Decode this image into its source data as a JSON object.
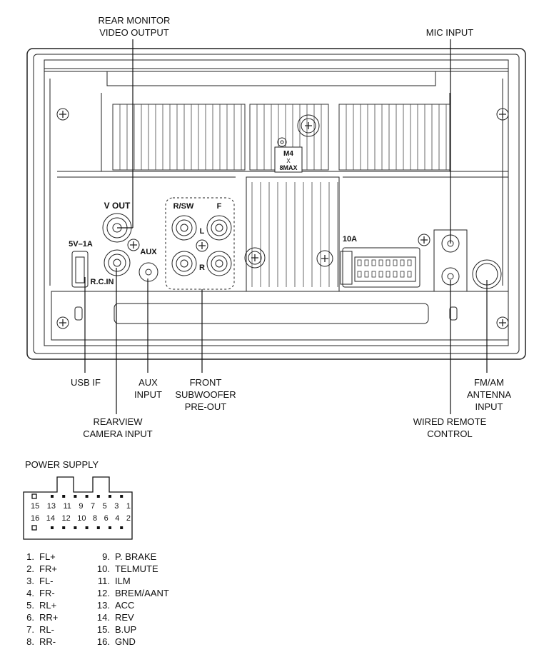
{
  "callouts": {
    "rear_monitor": [
      "REAR MONITOR",
      "VIDEO OUTPUT"
    ],
    "mic_input": "MIC INPUT",
    "usb_if": "USB IF",
    "aux_input": [
      "AUX",
      "INPUT"
    ],
    "front_subwoofer": [
      "FRONT",
      "SUBWOOFER",
      "PRE-OUT"
    ],
    "fm_am_antenna": [
      "FM/AM",
      "ANTENNA",
      "INPUT"
    ],
    "rearview_camera": [
      "REARVIEW",
      "CAMERA INPUT"
    ],
    "wired_remote": [
      "WIRED REMOTE",
      "CONTROL"
    ]
  },
  "panel_marks": {
    "vout": "V OUT",
    "usb_rating": "5V–1A",
    "rcin": "R.C.IN",
    "aux": "AUX",
    "rsw": "R/SW",
    "f": "F",
    "l": "L",
    "r": "R",
    "screw": [
      "M4",
      "X",
      "8MAX"
    ],
    "fuse": "10A"
  },
  "power_supply": {
    "title": "POWER SUPPLY",
    "top_row": [
      "15",
      "13",
      "11",
      "9",
      "7",
      "5",
      "3",
      "1"
    ],
    "bottom_row": [
      "16",
      "14",
      "12",
      "10",
      "8",
      "6",
      "4",
      "2"
    ]
  },
  "pin_list": {
    "left": [
      {
        "num": "1.",
        "name": "FL+"
      },
      {
        "num": "2.",
        "name": "FR+"
      },
      {
        "num": "3.",
        "name": "FL-"
      },
      {
        "num": "4.",
        "name": "FR-"
      },
      {
        "num": "5.",
        "name": "RL+"
      },
      {
        "num": "6.",
        "name": "RR+"
      },
      {
        "num": "7.",
        "name": "RL-"
      },
      {
        "num": "8.",
        "name": "RR-"
      }
    ],
    "right": [
      {
        "num": "9.",
        "name": "P. BRAKE"
      },
      {
        "num": "10.",
        "name": "TELMUTE"
      },
      {
        "num": "11.",
        "name": "ILM"
      },
      {
        "num": "12.",
        "name": "BREM/AANT"
      },
      {
        "num": "13.",
        "name": "ACC"
      },
      {
        "num": "14.",
        "name": "REV"
      },
      {
        "num": "15.",
        "name": "B.UP"
      },
      {
        "num": "16.",
        "name": "GND"
      }
    ]
  }
}
